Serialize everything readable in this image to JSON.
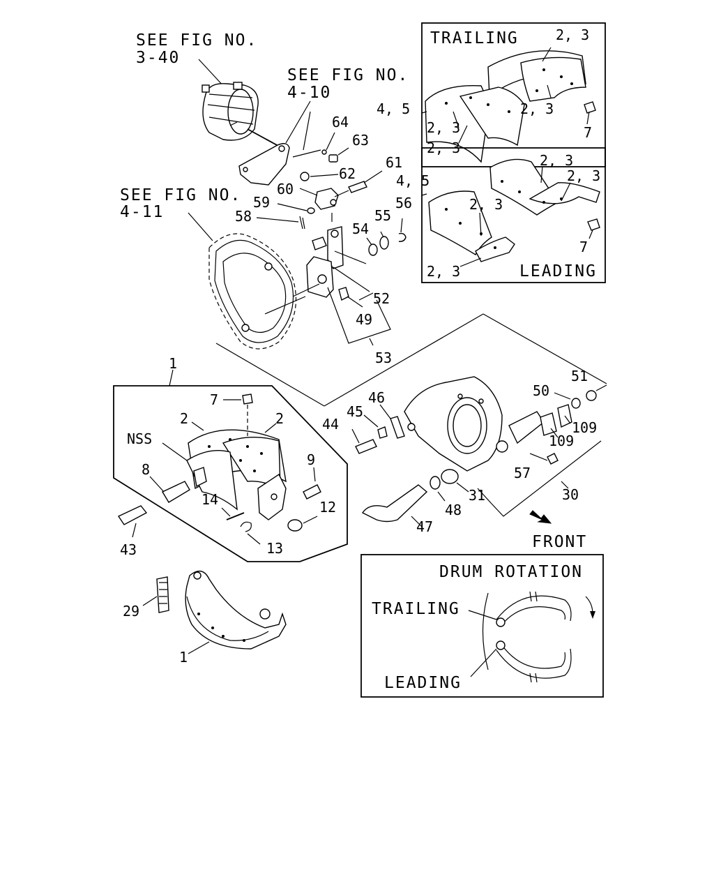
{
  "refs": {
    "fig_3_40": [
      "SEE FIG NO.",
      "3-40"
    ],
    "fig_4_10": [
      "SEE FIG NO.",
      "4-10"
    ],
    "fig_4_11": [
      "SEE FIG NO.",
      "4-11"
    ]
  },
  "inset_top": {
    "trailing": "TRAILING",
    "leading": "LEADING"
  },
  "front": "FRONT",
  "rotation_box": {
    "title": "DRUM ROTATION",
    "trailing": "TRAILING",
    "leading": "LEADING"
  },
  "callouts": {
    "c64": "64",
    "c63": "63",
    "c62": "62",
    "c61": "61",
    "c60": "60",
    "c59": "59",
    "c58": "58",
    "c56": "56",
    "c55": "55",
    "c54": "54",
    "c52": "52",
    "c49": "49",
    "c53": "53",
    "t23a": "2, 3",
    "t45a": "4, 5",
    "t23b": "2, 3",
    "t23c": "2, 3",
    "t23d": "2, 3",
    "t7a": "7",
    "t45b": "4, 5",
    "t23e": "2, 3",
    "t23f": "2, 3",
    "t23g": "2, 3",
    "t23h": "2, 3",
    "t7b": "7",
    "c1a": "1",
    "c7": "7",
    "c2a": "2",
    "c2b": "2",
    "nss": "NSS",
    "c8": "8",
    "c9": "9",
    "c14": "14",
    "c12": "12",
    "c13": "13",
    "c43": "43",
    "c44": "44",
    "c45": "45",
    "c46": "46",
    "c51": "51",
    "c50": "50",
    "c109a": "109",
    "c109b": "109",
    "c57": "57",
    "c30": "30",
    "c31": "31",
    "c48": "48",
    "c47": "47",
    "c29": "29",
    "c1b": "1"
  }
}
